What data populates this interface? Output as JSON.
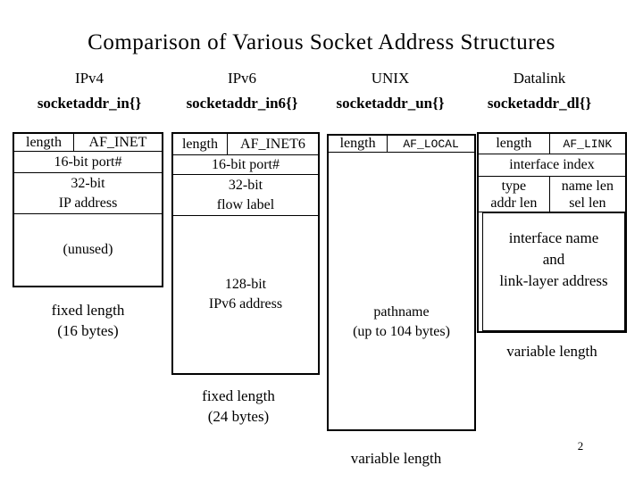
{
  "title": "Comparison of Various Socket Address Structures",
  "page_number": "2",
  "colors": {
    "text": "#000000",
    "background": "#ffffff",
    "line": "#000000"
  },
  "ipv4": {
    "header": "IPv4",
    "struct": "socketaddr_in{}",
    "field_length": "length",
    "field_family": "AF_INET",
    "field_port": "16-bit port#",
    "field_addr_l1": "32-bit",
    "field_addr_l2": "IP address",
    "field_unused": "(unused)",
    "size_l1": "fixed length",
    "size_l2": "(16 bytes)"
  },
  "ipv6": {
    "header": "IPv6",
    "struct": "socketaddr_in6{}",
    "field_length": "length",
    "field_family": "AF_INET6",
    "field_port": "16-bit port#",
    "field_flow_l1": "32-bit",
    "field_flow_l2": "flow label",
    "field_addr_l1": "128-bit",
    "field_addr_l2": "IPv6 address",
    "size_l1": "fixed length",
    "size_l2": "(24 bytes)"
  },
  "unix": {
    "header": "UNIX",
    "struct": "socketaddr_un{}",
    "field_length": "length",
    "field_family": "AF_LOCAL",
    "field_path_l1": "pathname",
    "field_path_l2": "(up to 104 bytes)",
    "size_label": "variable length"
  },
  "datalink": {
    "header": "Datalink",
    "struct": "socketaddr_dl{}",
    "field_length": "length",
    "field_family": "AF_LINK",
    "field_ifindex": "interface index",
    "field_type": "type",
    "field_namelen": "name len",
    "field_addrlen": "addr len",
    "field_sellen": "sel len",
    "field_name_l1": "interface name",
    "field_name_l2": "and",
    "field_name_l3": "link-layer address",
    "size_label": "variable length"
  }
}
